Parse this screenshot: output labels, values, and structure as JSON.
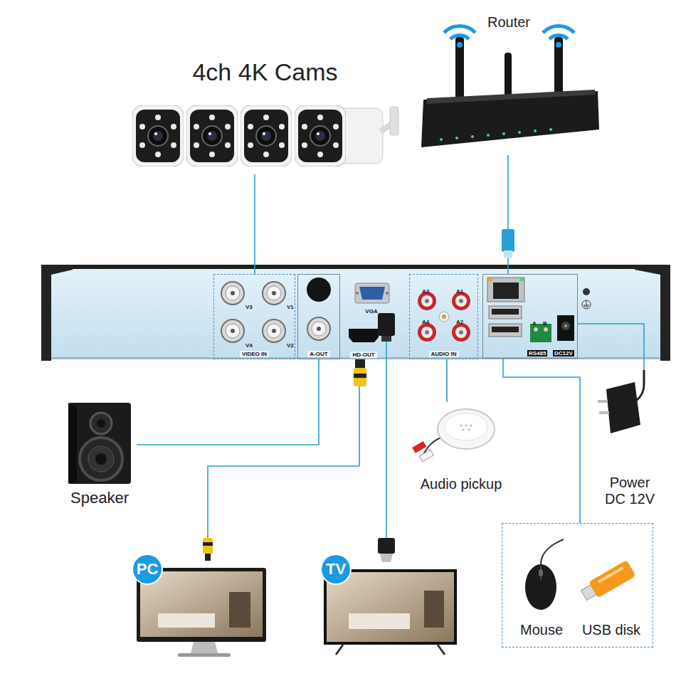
{
  "diagram": {
    "nodes": [
      {
        "text": [
          "4ch 4K Cams"
        ]
      },
      {
        "text": [
          "Router"
        ]
      },
      {
        "text": [
          "V3",
          "V1",
          "V4",
          "V2",
          "VIDEO IN"
        ]
      },
      {
        "text": [
          "A-OUT"
        ]
      },
      {
        "text": [
          "VGA"
        ]
      },
      {
        "text": [
          "HD-OUT"
        ]
      },
      {
        "text": [
          "A3",
          "A1",
          "A4",
          "A2",
          "AUDIO IN"
        ]
      },
      {
        "text": [
          "A",
          "B",
          "RS485",
          "DC12V"
        ]
      },
      {
        "text": [
          "Speaker"
        ]
      },
      {
        "text": [
          "Audio pickup"
        ]
      },
      {
        "text": [
          "Power DC 12V"
        ]
      },
      {
        "text": [
          "PC"
        ]
      },
      {
        "text": [
          "TV"
        ]
      },
      {
        "text": [
          "Mouse",
          "USB disk"
        ]
      }
    ],
    "edges": [
      {
        "from": 0,
        "to": 2,
        "arrow": "none"
      },
      {
        "from": 1,
        "to": 7,
        "arrow": "none"
      },
      {
        "from": 3,
        "to": 8,
        "arrow": "none"
      },
      {
        "from": 5,
        "to": 11,
        "arrow": "none"
      },
      {
        "from": 4,
        "to": 12,
        "arrow": "none"
      },
      {
        "from": 6,
        "to": 9,
        "arrow": "none"
      },
      {
        "from": 7,
        "to": 13,
        "arrow": "none"
      },
      {
        "from": 7,
        "to": 10,
        "arrow": "none"
      }
    ]
  }
}
